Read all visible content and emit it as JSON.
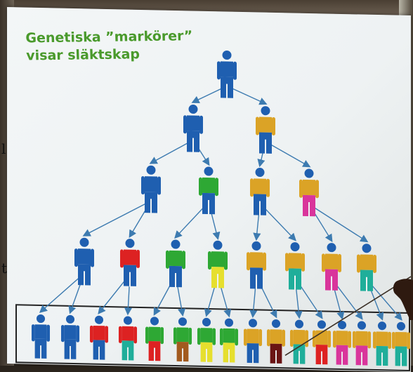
{
  "slide": {
    "title_line1": "Genetiska ”markörer”",
    "title_line2": "visar släktskap"
  },
  "edge_text": {
    "left_char_1": "l",
    "left_char_2": "t"
  },
  "colors": {
    "title_green": "#4a9a2c",
    "blue": "#1f5fb0",
    "orange": "#dba326",
    "green": "#2ea834",
    "yellow": "#e6df2e",
    "pink": "#d9359b",
    "red": "#dd2222",
    "teal": "#1fae9a",
    "darkred": "#6a1414",
    "brown": "#a25a1e",
    "arrow": "#3d7bb0"
  },
  "generations": [
    {
      "people": [
        {
          "top": "blue",
          "bottom": "blue"
        }
      ]
    },
    {
      "people": [
        {
          "top": "blue",
          "bottom": "blue"
        },
        {
          "top": "orange",
          "bottom": "blue"
        }
      ]
    },
    {
      "people": [
        {
          "top": "blue",
          "bottom": "blue"
        },
        {
          "top": "green",
          "bottom": "blue"
        },
        {
          "top": "orange",
          "bottom": "blue"
        },
        {
          "top": "orange",
          "bottom": "pink"
        }
      ]
    },
    {
      "people": [
        {
          "top": "blue",
          "bottom": "blue"
        },
        {
          "top": "red",
          "bottom": "blue"
        },
        {
          "top": "green",
          "bottom": "blue"
        },
        {
          "top": "green",
          "bottom": "yellow"
        },
        {
          "top": "orange",
          "bottom": "blue"
        },
        {
          "top": "orange",
          "bottom": "teal"
        },
        {
          "top": "orange",
          "bottom": "pink"
        },
        {
          "top": "orange",
          "bottom": "teal"
        }
      ]
    },
    {
      "people": [
        {
          "top": "blue",
          "bottom": "blue"
        },
        {
          "top": "blue",
          "bottom": "blue"
        },
        {
          "top": "red",
          "bottom": "blue"
        },
        {
          "top": "red",
          "bottom": "teal"
        },
        {
          "top": "green",
          "bottom": "red"
        },
        {
          "top": "green",
          "bottom": "brown"
        },
        {
          "top": "green",
          "bottom": "yellow"
        },
        {
          "top": "green",
          "bottom": "yellow"
        },
        {
          "top": "orange",
          "bottom": "blue"
        },
        {
          "top": "orange",
          "bottom": "darkred"
        },
        {
          "top": "orange",
          "bottom": "teal"
        },
        {
          "top": "orange",
          "bottom": "red"
        },
        {
          "top": "orange",
          "bottom": "pink"
        },
        {
          "top": "orange",
          "bottom": "pink"
        },
        {
          "top": "orange",
          "bottom": "teal"
        },
        {
          "top": "orange",
          "bottom": "teal"
        }
      ]
    }
  ]
}
